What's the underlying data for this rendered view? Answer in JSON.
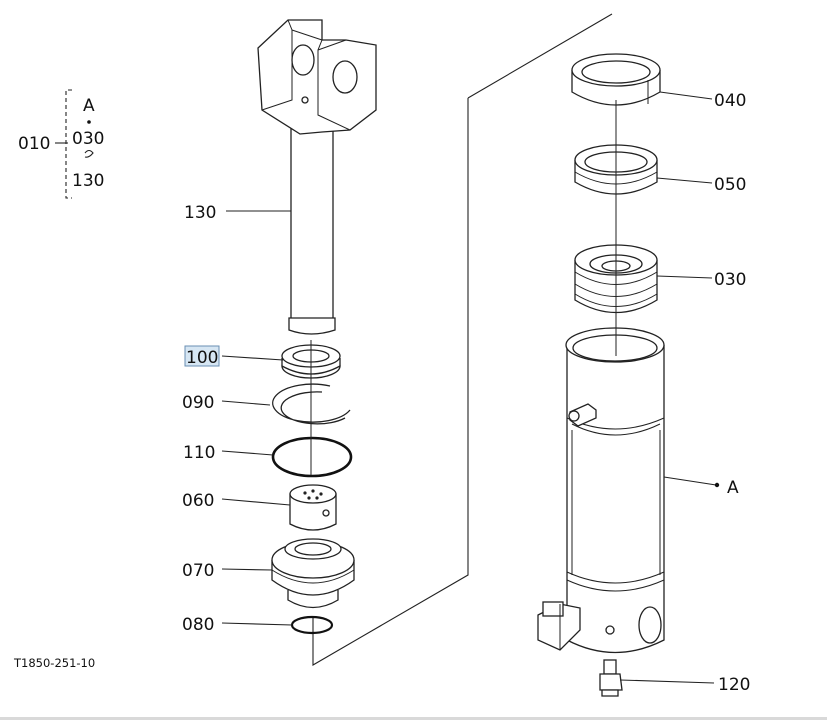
{
  "diagram": {
    "code": "T1850-251-10",
    "highlighted_callout": "100",
    "assembly": {
      "label": "010",
      "members": [
        "A",
        "030",
        "130"
      ]
    },
    "callouts": {
      "c130": "130",
      "c100": "100",
      "c090": "090",
      "c110": "110",
      "c060": "060",
      "c070": "070",
      "c080": "080",
      "c040": "040",
      "c050": "050",
      "c030": "030",
      "cA": "A",
      "c120": "120"
    }
  }
}
